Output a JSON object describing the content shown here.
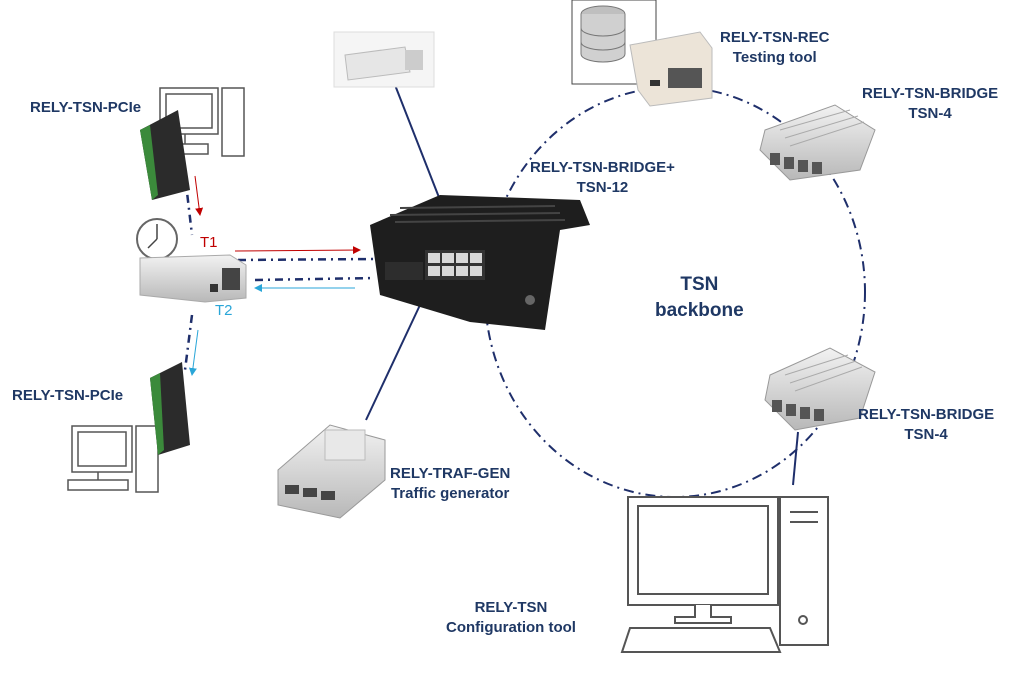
{
  "labels": {
    "pcie_top": "RELY-TSN-PCIe",
    "pcie_bottom": "RELY-TSN-PCIe",
    "bridge_plus": [
      "RELY-TSN-BRIDGE+",
      "TSN-12"
    ],
    "rec": [
      "RELY-TSN-REC",
      "Testing tool"
    ],
    "bridge_top": [
      "RELY-TSN-BRIDGE",
      "TSN-4"
    ],
    "bridge_bottom": [
      "RELY-TSN-BRIDGE",
      "TSN-4"
    ],
    "backbone": [
      "TSN",
      "backbone"
    ],
    "traf_gen": [
      "RELY-TRAF-GEN",
      "Traffic generator"
    ],
    "config": [
      "RELY-TSN",
      "Configuration tool"
    ],
    "t1": "T1",
    "t2": "T2"
  },
  "colors": {
    "label": "#1f3864",
    "link": "#1f2f6b",
    "t1": "#c00000",
    "t2": "#2aa6d8"
  }
}
